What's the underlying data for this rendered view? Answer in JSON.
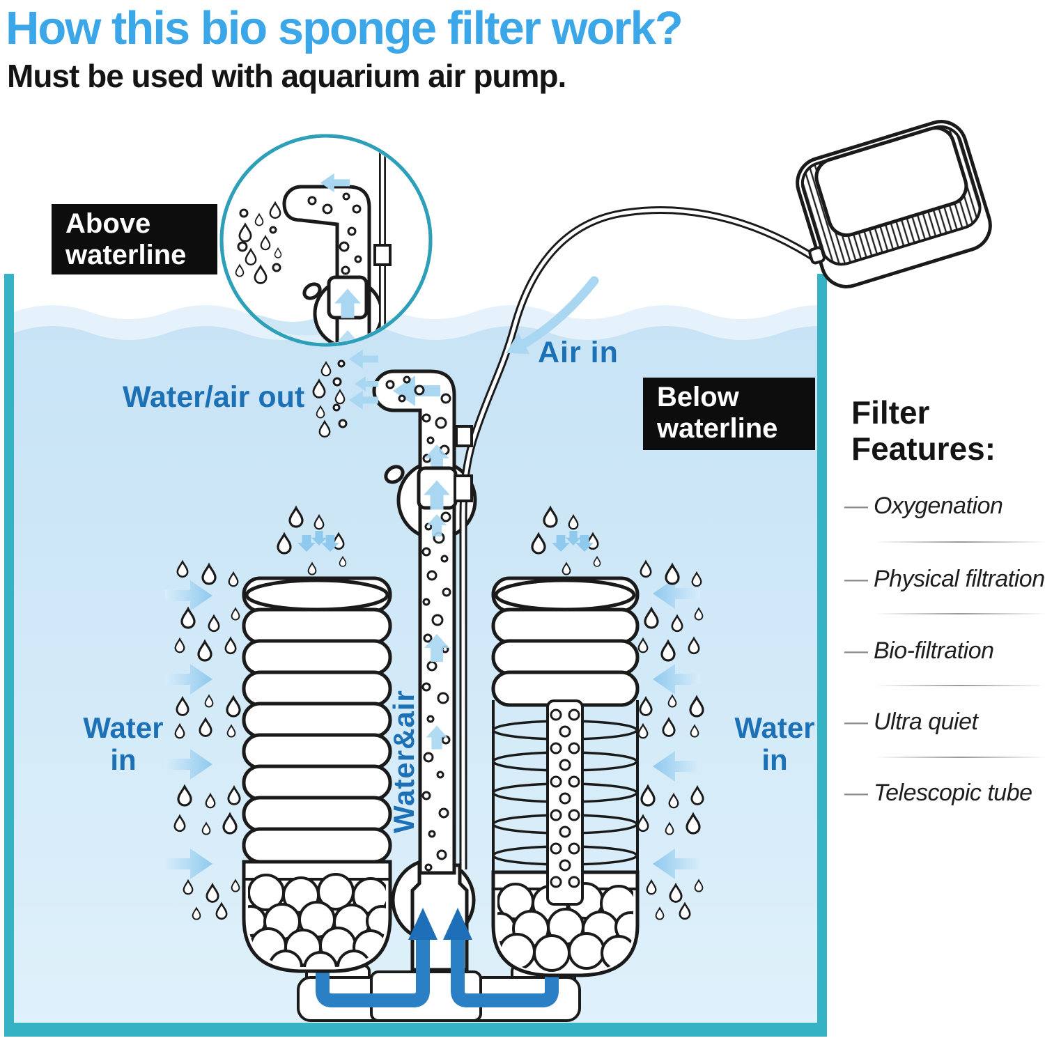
{
  "header": {
    "title": "How this bio sponge filter work?",
    "subtitle": "Must be used with aquarium air pump."
  },
  "diagram": {
    "above_waterline": {
      "line1": "Above",
      "line2": "waterline"
    },
    "below_waterline": {
      "line1": "Below",
      "line2": "waterline"
    },
    "water_air_out": "Water/air out",
    "air_in": "Air in",
    "water_in": {
      "line1": "Water",
      "line2": "in"
    },
    "water_and_air": "Water&air"
  },
  "features": {
    "heading": {
      "line1": "Filter",
      "line2": "Features:"
    },
    "bullet": "—",
    "items": [
      "Oxygenation",
      "Physical filtration",
      "Bio-filtration",
      "Ultra quiet",
      "Telescopic tube"
    ]
  },
  "colors": {
    "title_blue": "#3BA7E9",
    "label_blue": "#1B70B6",
    "tank_teal": "#35B3C5",
    "water_light": "#CDE7F7",
    "wave_light": "#E6F2FB",
    "arrow_blue": "#A9D7F2",
    "flow_blue": "#2B7FC4",
    "label_box_black": "#0D0D0D",
    "line_black": "#1a1a1a"
  }
}
